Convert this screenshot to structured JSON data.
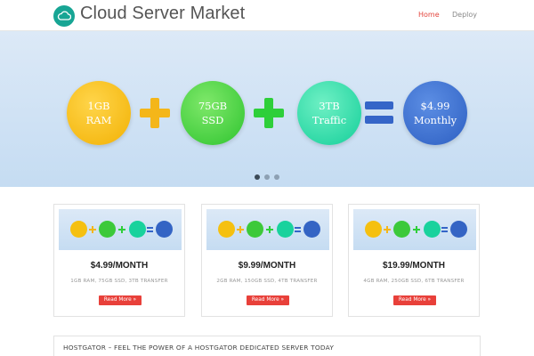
{
  "header": {
    "site_title": "Cloud Server Market",
    "logo_icon": "cloud-icon",
    "nav": [
      {
        "label": "Home",
        "active": true
      },
      {
        "label": "Deploy",
        "active": false
      }
    ]
  },
  "hero": {
    "items": [
      {
        "line1": "1GB",
        "line2": "RAM",
        "color": "#f5b800"
      },
      {
        "line1": "75GB",
        "line2": "SSD",
        "color": "#2ec42f"
      },
      {
        "line1": "3TB",
        "line2": "Traffic",
        "color": "#14cf9a"
      },
      {
        "line1": "$4.99",
        "line2": "Monthly",
        "color": "#2d5fc2"
      }
    ],
    "slider_dots": 3,
    "active_dot": 1
  },
  "cards": [
    {
      "price": "$4.99/MONTH",
      "specs": "1GB RAM, 75GB SSD, 3TB TRANSFER",
      "button": "Read More »"
    },
    {
      "price": "$9.99/MONTH",
      "specs": "2GB RAM, 150GB SSD, 4TB TRANSFER",
      "button": "Read More »"
    },
    {
      "price": "$19.99/MONTH",
      "specs": "4GB RAM, 250GB SSD, 6TB TRANSFER",
      "button": "Read More »"
    }
  ],
  "panel": {
    "title": "HOSTGATOR – FEEL THE POWER OF A HOSTGATOR DEDICATED SERVER TODAY"
  },
  "colors": {
    "accent": "#e8403a",
    "logo": "#17a594"
  }
}
